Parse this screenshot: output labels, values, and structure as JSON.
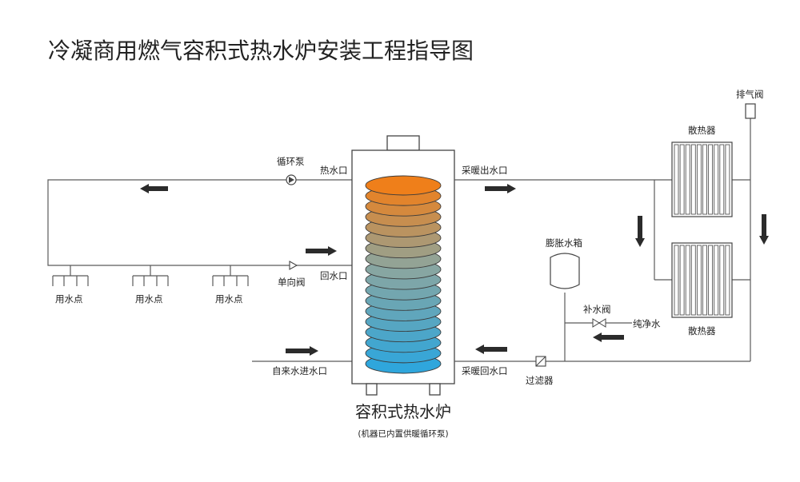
{
  "title": "冷凝商用燃气容积式热水炉安装工程指导图",
  "heater": {
    "name": "容积式热水炉",
    "note": "(机器已内置供暖循环泵)"
  },
  "labels": {
    "hot_water_outlet": "热水口",
    "return_water_inlet": "回水口",
    "heating_outlet": "采暖出水口",
    "heating_return": "采暖回水口",
    "tap_water_inlet": "自来水进水口",
    "circulation_pump": "循环泵",
    "check_valve": "单向阀",
    "water_point_1": "用水点",
    "water_point_2": "用水点",
    "water_point_3": "用水点",
    "radiator_top": "散热器",
    "radiator_bottom": "散热器",
    "exhaust_valve": "排气阀",
    "expansion_tank": "膨胀水箱",
    "makeup_valve": "补水阀",
    "pure_water": "纯净水",
    "filter": "过滤器"
  },
  "colors": {
    "coil_top": "#ef7f1a",
    "coil_mid": "#8aa6a0",
    "coil_bottom": "#2fa6dc",
    "arrow": "#2b2b2b",
    "pipe": "#5a5a5a"
  },
  "icons": {
    "pump": "pump-icon",
    "check_valve": "check-valve-icon",
    "makeup_valve": "gate-valve-icon",
    "filter": "filter-icon",
    "exhaust_valve": "exhaust-valve-icon"
  }
}
